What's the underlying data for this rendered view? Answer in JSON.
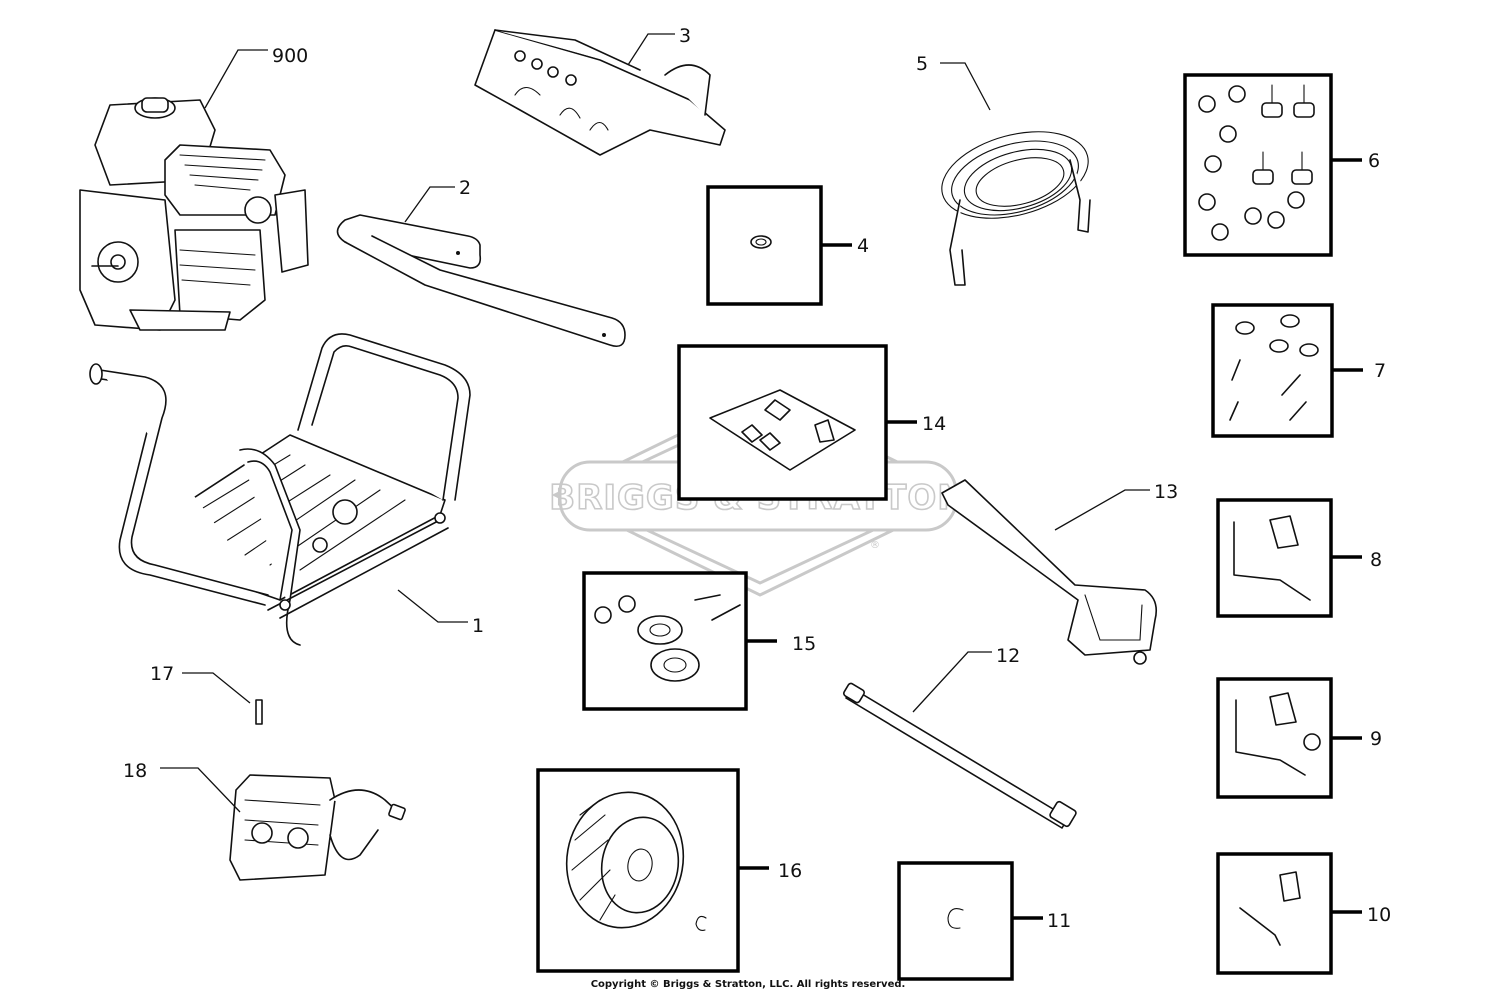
{
  "labels": {
    "p900": "900",
    "p1": "1",
    "p2": "2",
    "p3": "3",
    "p4": "4",
    "p5": "5",
    "p6": "6",
    "p7": "7",
    "p8": "8",
    "p9": "9",
    "p10": "10",
    "p11": "11",
    "p12": "12",
    "p13": "13",
    "p14": "14",
    "p15": "15",
    "p16": "16",
    "p17": "17",
    "p18": "18"
  },
  "watermark": {
    "text": "BRIGGS & STRATTON",
    "registered": "®"
  },
  "copyright": "Copyright © Briggs & Stratton, LLC. All rights reserved."
}
